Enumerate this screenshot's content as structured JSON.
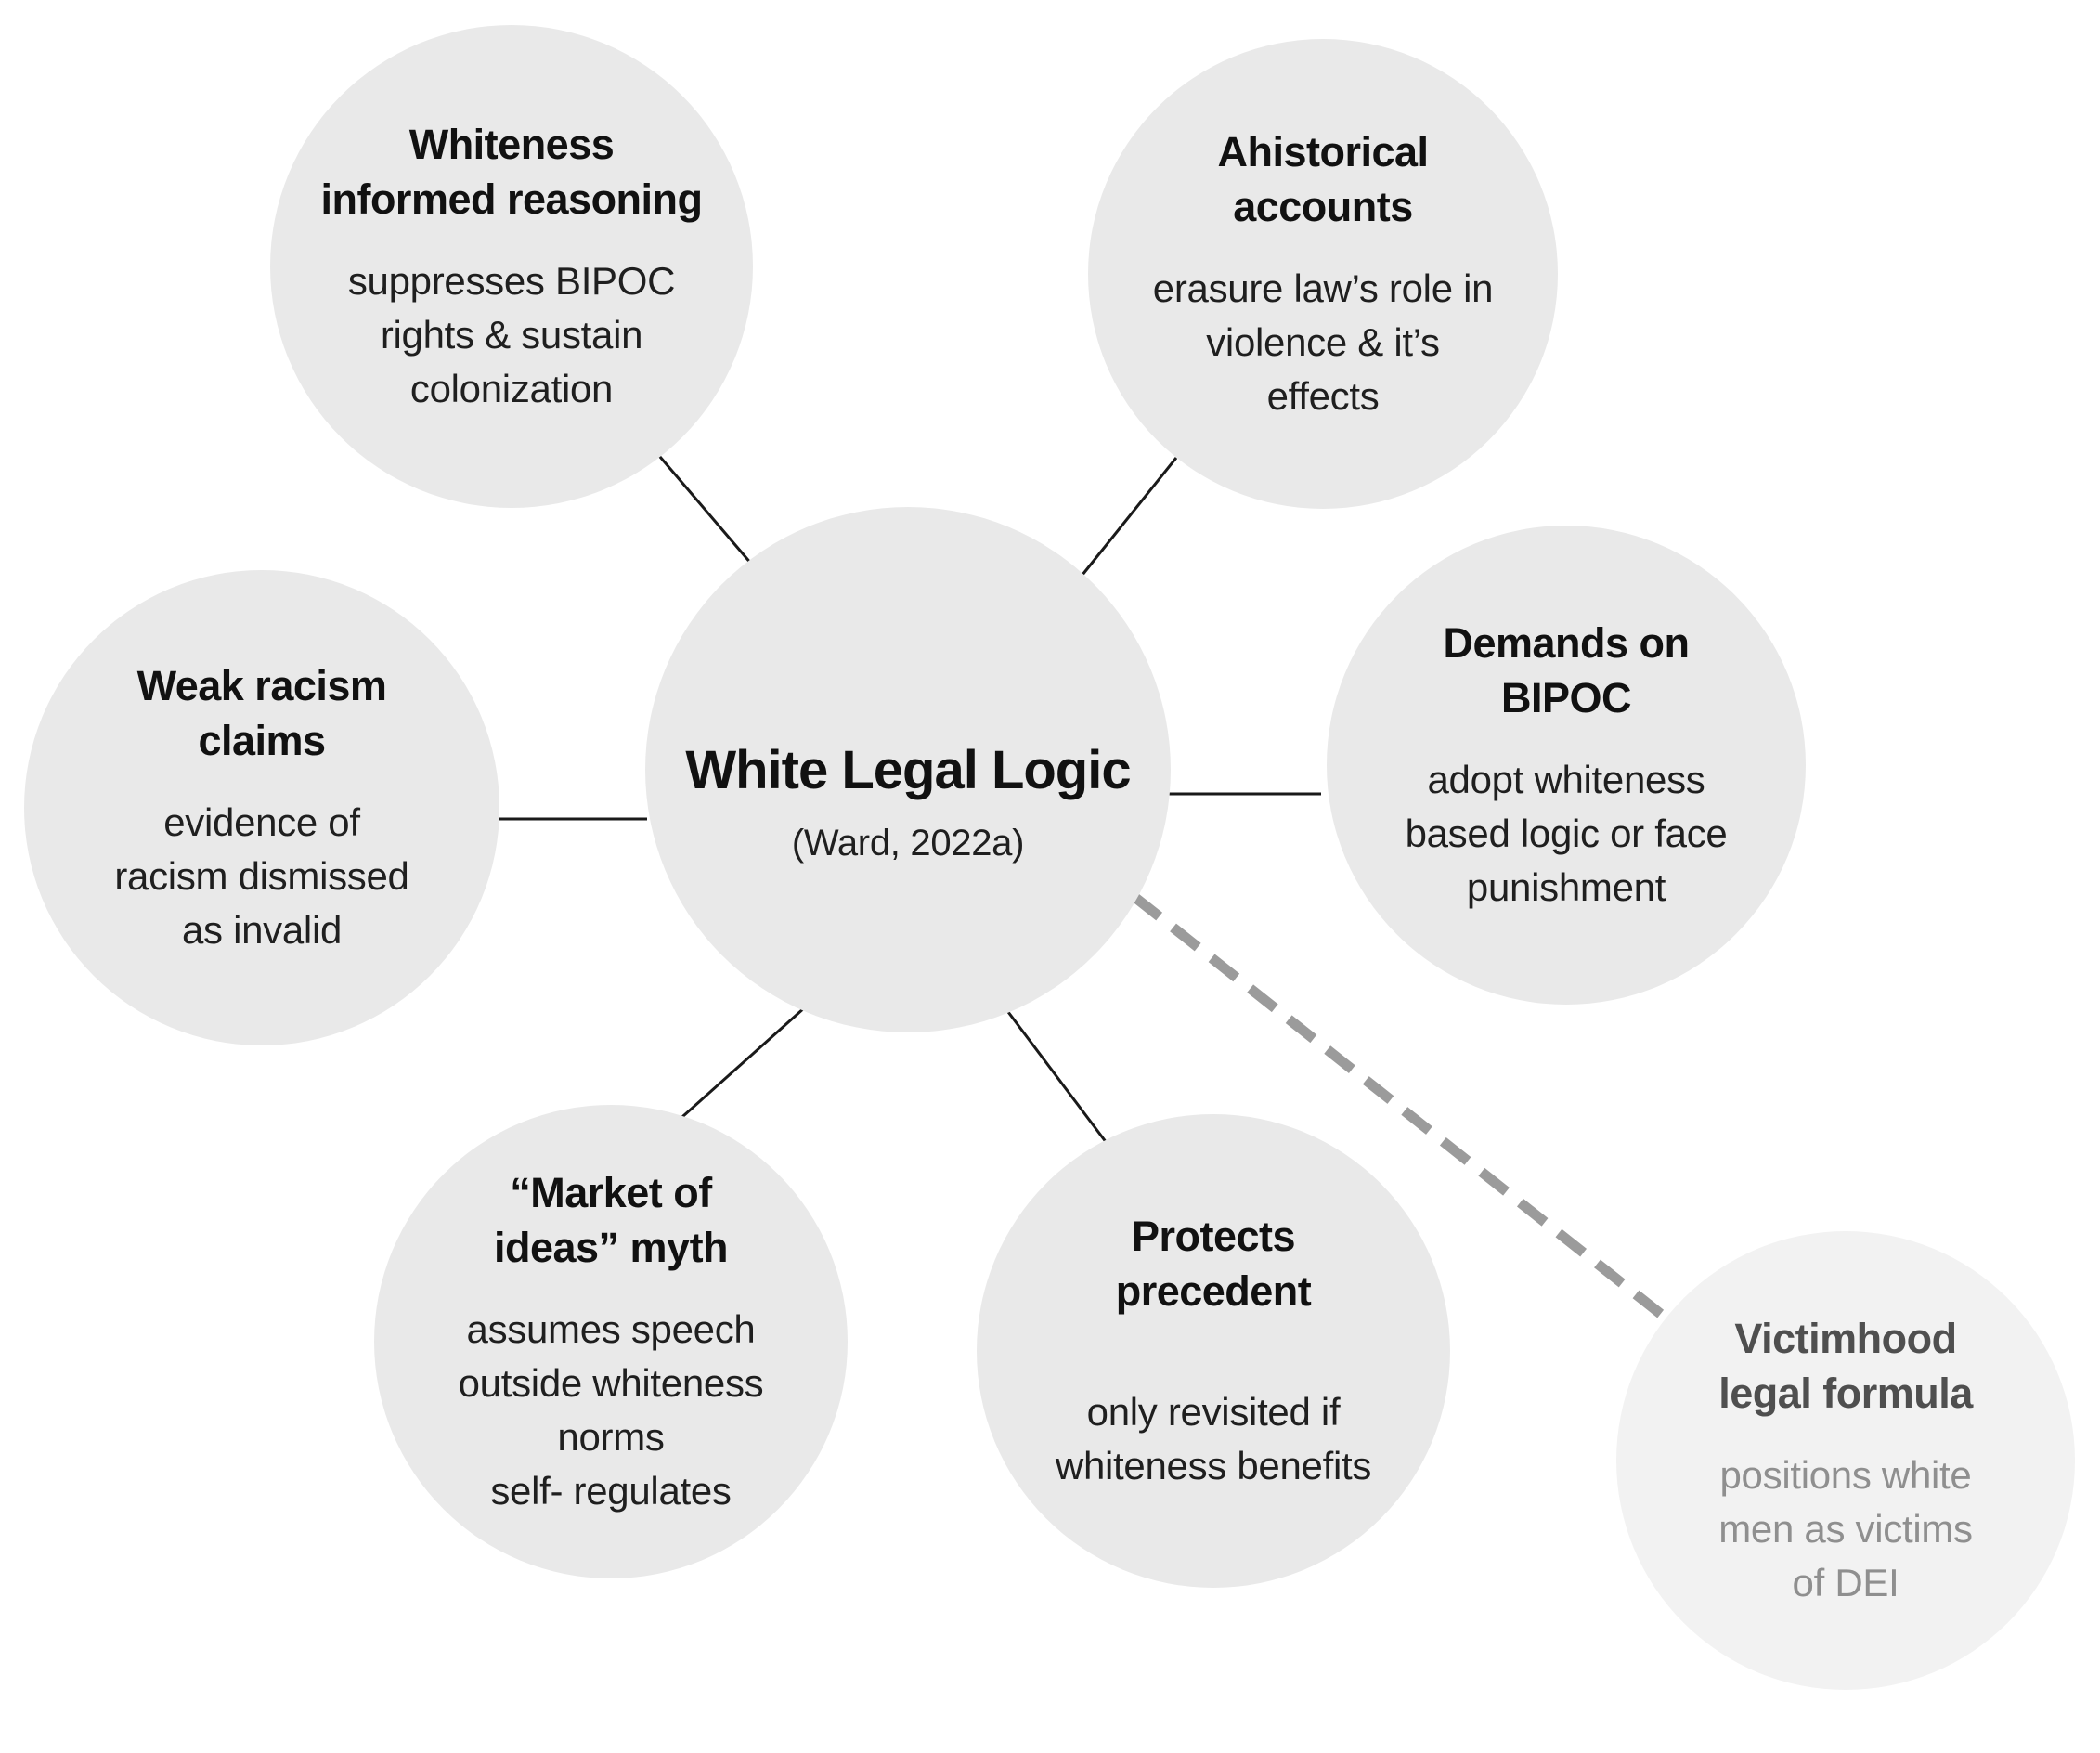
{
  "diagram": {
    "center": {
      "title": "White Legal Logic",
      "subtitle": "(Ward, 2022a)"
    },
    "nodes": [
      {
        "id": "whiteness-informed-reasoning",
        "title": "Whiteness\ninformed  reasoning",
        "body": "suppresses BIPOC\nrights & sustain\ncolonization"
      },
      {
        "id": "ahistorical-accounts",
        "title": "Ahistorical\naccounts",
        "body": "erasure law’s role in\nviolence & it’s\neffects"
      },
      {
        "id": "demands-on-bipoc",
        "title": "Demands on\nBIPOC",
        "body": "adopt whiteness\nbased logic or face\npunishment"
      },
      {
        "id": "weak-racism-claims",
        "title": "Weak racism\nclaims",
        "body": "evidence of\nracism dismissed\nas invalid"
      },
      {
        "id": "market-of-ideas-myth",
        "title": "“Market of\nideas” myth",
        "body": "assumes speech\noutside whiteness\nnorms\nself- regulates"
      },
      {
        "id": "protects-precedent",
        "title": "Protects\nprecedent",
        "body": "only revisited if\nwhiteness benefits"
      },
      {
        "id": "victimhood-legal-formula",
        "title": "Victimhood\nlegal formula",
        "body": "positions white\nmen as victims\nof DEI"
      }
    ],
    "colors": {
      "node_fill": "#e9e9e9",
      "victimhood_fill": "#f2f2f2",
      "solid_line": "#1a1a1a",
      "dashed_line": "#9b9b9b",
      "title_text": "#111111",
      "body_text": "#1f1f1f",
      "victimhood_title_text": "#4f4f4f",
      "victimhood_body_text": "#8f8f8f"
    }
  }
}
